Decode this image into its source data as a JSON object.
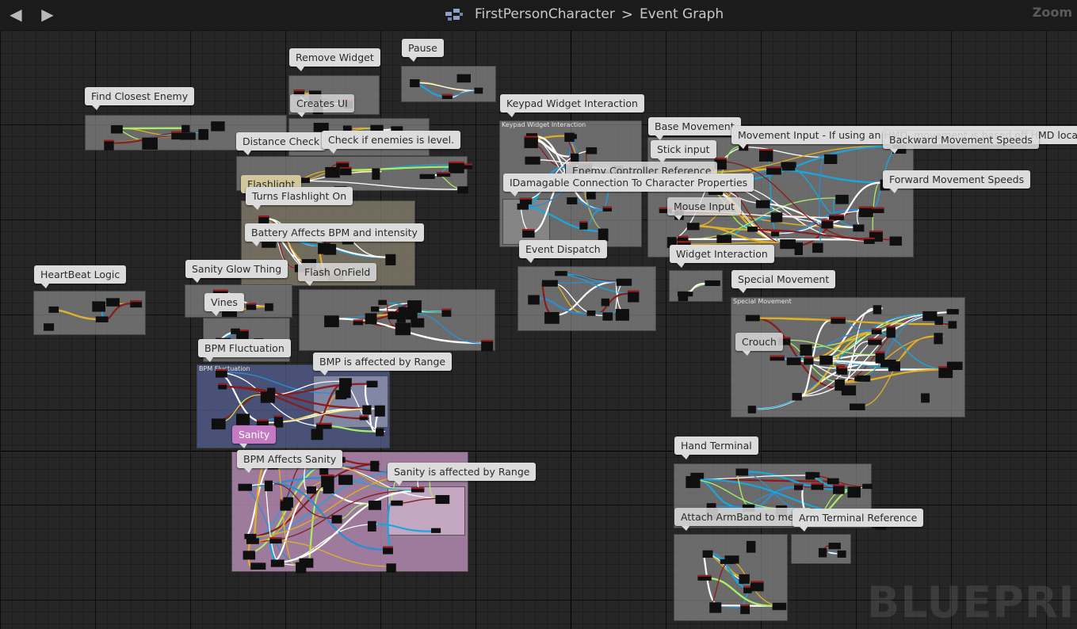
{
  "topbar": {
    "back_glyph": "◀",
    "forward_glyph": "▶",
    "icon": "blueprint-icon",
    "breadcrumb_root": "FirstPersonCharacter",
    "breadcrumb_separator": ">",
    "breadcrumb_current": "Event Graph",
    "zoom_label": "Zoom"
  },
  "watermark": "BLUEPRINT",
  "colors": {
    "canvas": "#262626",
    "comment_group": "#969696",
    "bpm_fluctuation_group": "#5a6488",
    "sanity_group": "#b68bb3",
    "sanity_label": "#c77ac4",
    "wire_exec": "#ffffff",
    "wire_bool": "#8b1b1b",
    "wire_float": "#a9ee66",
    "wire_struct": "#2a8ed6",
    "wire_object": "#17a7e0",
    "wire_int": "#e3b021",
    "node_body": "#0f0f0f",
    "node_header_red": "#a11c1c"
  },
  "groups": [
    {
      "id": "find-closest-enemy",
      "title": ""
    },
    {
      "id": "remove-widget",
      "title": ""
    },
    {
      "id": "pause",
      "title": ""
    },
    {
      "id": "distance-check",
      "title": ""
    },
    {
      "id": "flashlight",
      "title": ""
    },
    {
      "id": "keypad-widget",
      "title": "Keypad Widget Interaction"
    },
    {
      "id": "base-movement",
      "title": ""
    },
    {
      "id": "heartbeat",
      "title": ""
    },
    {
      "id": "sanity-glow",
      "title": ""
    },
    {
      "id": "flash-onfield",
      "title": ""
    },
    {
      "id": "bpm-fluctuation",
      "title": "BPM Fluctuation"
    },
    {
      "id": "sanity",
      "title": ""
    },
    {
      "id": "event-dispatch",
      "title": ""
    },
    {
      "id": "special-movement",
      "title": "Special Movement"
    },
    {
      "id": "hand-terminal",
      "title": ""
    },
    {
      "id": "attach-armband",
      "title": ""
    }
  ],
  "comments": [
    {
      "id": "find-closest-enemy",
      "text": "Find Closest Enemy"
    },
    {
      "id": "remove-widget",
      "text": "Remove Widget"
    },
    {
      "id": "pause",
      "text": "Pause"
    },
    {
      "id": "creates-ui",
      "text": "Creates UI"
    },
    {
      "id": "keypad-widget-interaction",
      "text": "Keypad Widget Interaction"
    },
    {
      "id": "base-movement",
      "text": "Base Movement"
    },
    {
      "id": "movement-input",
      "text": "Movement Input - If using an HMD, movement is based off HMD location"
    },
    {
      "id": "backward-speeds",
      "text": "Backward Movement Speeds"
    },
    {
      "id": "distance-check",
      "text": "Distance Check"
    },
    {
      "id": "check-enemies",
      "text": "Check if enemies is level."
    },
    {
      "id": "stick-input",
      "text": "Stick input"
    },
    {
      "id": "forward-speeds",
      "text": "Forward Movement Speeds"
    },
    {
      "id": "enemy-controller",
      "text": "Enemy Controller Reference"
    },
    {
      "id": "flashlight",
      "text": "Flashlight"
    },
    {
      "id": "idamagable",
      "text": "IDamagable Connection To Character Properties"
    },
    {
      "id": "turns-flashlight-on",
      "text": "Turns Flashlight On"
    },
    {
      "id": "mouse-input",
      "text": "Mouse Input"
    },
    {
      "id": "battery-affects",
      "text": "Battery Affects BPM and intensity"
    },
    {
      "id": "event-dispatch",
      "text": "Event Dispatch"
    },
    {
      "id": "widget-interaction",
      "text": "Widget Interaction"
    },
    {
      "id": "heartbeat-logic",
      "text": "HeartBeat Logic"
    },
    {
      "id": "sanity-glow",
      "text": "Sanity Glow Thing"
    },
    {
      "id": "flash-onfield",
      "text": "Flash OnField"
    },
    {
      "id": "special-movement",
      "text": "Special Movement"
    },
    {
      "id": "vines",
      "text": "Vines"
    },
    {
      "id": "crouch",
      "text": "Crouch"
    },
    {
      "id": "bpm-fluctuation",
      "text": "BPM Fluctuation"
    },
    {
      "id": "bmp-range",
      "text": "BMP is affected by Range"
    },
    {
      "id": "sanity",
      "text": "Sanity"
    },
    {
      "id": "hand-terminal",
      "text": "Hand Terminal"
    },
    {
      "id": "bpm-affects-sanity",
      "text": "BPM Affects Sanity"
    },
    {
      "id": "sanity-range",
      "text": "Sanity is affected by Range"
    },
    {
      "id": "attach-armband",
      "text": "Attach ArmBand to mesh"
    },
    {
      "id": "arm-terminal",
      "text": "Arm Terminal Reference"
    }
  ]
}
